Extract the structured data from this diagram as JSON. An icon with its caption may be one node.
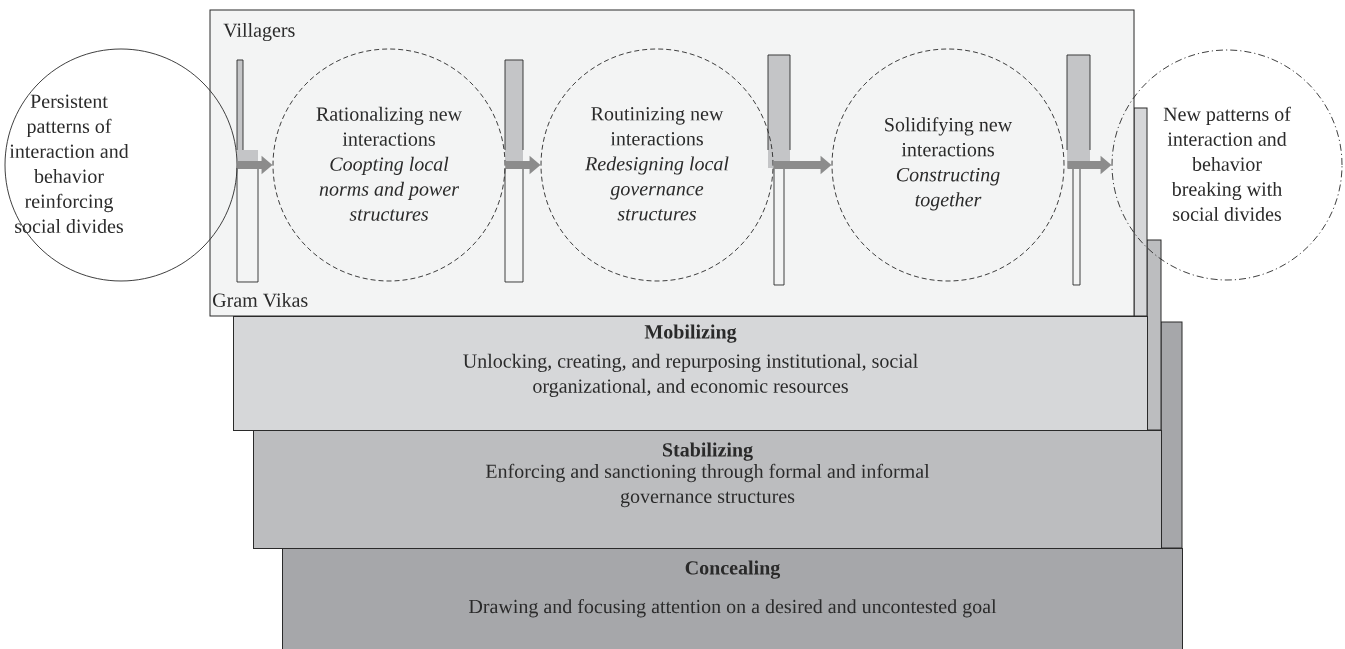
{
  "diagram": {
    "nodes": [
      {
        "text": [
          "Persistent patterns of interaction and behavior reinforcing social divides"
        ]
      },
      {
        "text": [
          "Rationalizing new interactions",
          "Coopting local norms and power structures"
        ]
      },
      {
        "text": [
          "Routinizing new interactions",
          "Redesigning local governance structures"
        ]
      },
      {
        "text": [
          "Solidifying new interactions",
          "Constructing together"
        ]
      },
      {
        "text": [
          "New patterns of interaction and behavior breaking with social divides"
        ]
      },
      {
        "text": [
          "Mobilizing",
          "Unlocking, creating, and repurposing institutional, social organizational, and economic resources"
        ]
      },
      {
        "text": [
          "Stabilizing",
          "Enforcing and sanctioning through formal and informal governance structures"
        ]
      },
      {
        "text": [
          "Concealing",
          "Drawing and focusing attention on a desired and uncontested goal"
        ]
      }
    ],
    "edges": [
      {
        "from": 0,
        "to": 1,
        "arrow": "to"
      },
      {
        "from": 1,
        "to": 2,
        "arrow": "to"
      },
      {
        "from": 2,
        "to": 3,
        "arrow": "to"
      },
      {
        "from": 3,
        "to": 4,
        "arrow": "to"
      }
    ],
    "labels": [
      "Villagers",
      "Gram Vikas"
    ]
  }
}
